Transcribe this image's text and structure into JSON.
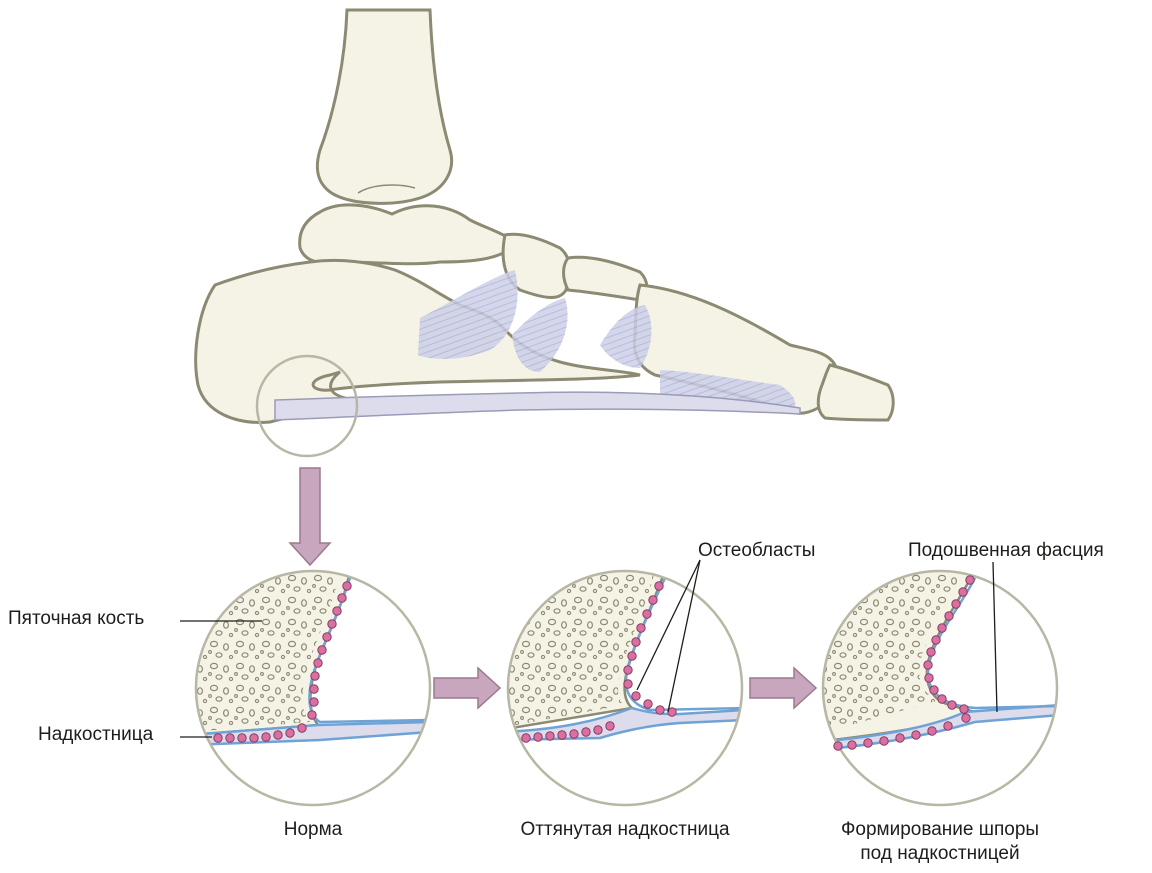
{
  "labels": {
    "calcaneus": "Пяточная кость",
    "periosteum": "Надкостница",
    "osteoblasts": "Остеобласты",
    "plantar_fascia": "Подошвенная фасция"
  },
  "captions": {
    "normal": "Норма",
    "pulled": "Оттянутая надкостница",
    "spur_line1": "Формирование шпоры",
    "spur_line2": "под надкостницей"
  },
  "colors": {
    "bone": "#f5f3e6",
    "outline": "#8c8a72",
    "ligament": "#cdd0e8",
    "fascia_blue": "#6fa3d6",
    "osteoblast": "#d9709f",
    "arrow": "#c8a6bd",
    "arrow_stroke": "#9a7a90",
    "circle_stroke": "#b8b6a4"
  }
}
